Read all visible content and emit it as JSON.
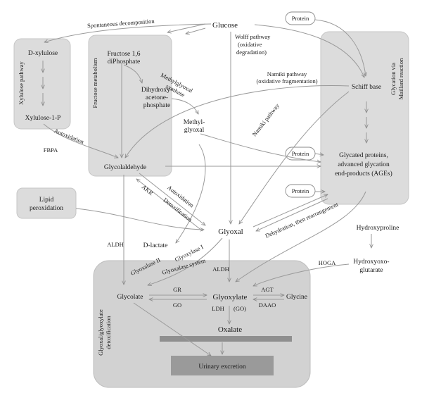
{
  "nodes": {
    "glucose": "Glucose",
    "protein_top": "Protein",
    "protein_mid": "Protein",
    "protein_lower": "Protein",
    "d_xylulose": "D-xylulose",
    "xylulose_1p": "Xylulose-1-P",
    "xylulose_pathway": "Xylulose pathway",
    "fructose_metabolism": "Fructose metabolism",
    "fructose_16_line1": "Fructose 1,6",
    "fructose_16_line2": "diPhosphate",
    "dhap_line1": "Dihydroxy-",
    "dhap_line2": "acetone-",
    "dhap_line3": "phosphate",
    "methylglyoxal_line1": "Methyl-",
    "methylglyoxal_line2": "glyoxal",
    "glycolaldehyde": "Glycolaldehyde",
    "schiff_base": "Schiff base",
    "glycation_line1": "Glycation via",
    "glycation_line2": "Maillard reaction",
    "ages_line1": "Glycated proteins,",
    "ages_line2": "advanced glycation",
    "ages_line3": "end-products (AGEs)",
    "lipid_line1": "Lipid",
    "lipid_line2": "peroxidation",
    "glyoxal": "Glyoxal",
    "d_lactate": "D-lactate",
    "hydroxyproline": "Hydroxyproline",
    "hydroxyoxo_line1": "Hydroxyoxo-",
    "hydroxyoxo_line2": "glutarate",
    "glycolate": "Glycolate",
    "glyoxylate": "Glyoxylate",
    "glycine": "Glycine",
    "oxalate": "Oxalate",
    "urinary_excretion": "Urinary excretion",
    "detox_line1": "Glyoxal/glyoxylate",
    "detox_line2": "detoxification"
  },
  "labels": {
    "spontaneous": "Spontaneous decomposition",
    "wolff_line1": "Wolff pathway",
    "wolff_line2": "(oxidative",
    "wolff_line3": "degradation)",
    "mgs_line1": "Methylglyoxal",
    "mgs_line2": "synthase",
    "namiki_top_line1": "Namiki pathway",
    "namiki_top_line2": "(oxidative fragmentation)",
    "namiki_diag": "Namiki pathway",
    "autoxidation_left": "Autoxidation",
    "fbpa": "FBPA",
    "autoxidation_mid": "Autoxidation",
    "akr": "AKR",
    "detoxification": "Detoxification",
    "dehydration": "Dehydration, then rearrangement",
    "aldh_left": "ALDH",
    "aldh_mid": "ALDH",
    "glyoxalase_i": "Glyoxylase I",
    "glyoxalase_ii": "Glyoxalase II",
    "glyoxalase_system": "Glyoxalase system",
    "hoga": "HOGA",
    "gr": "GR",
    "go": "GO",
    "agt": "AGT",
    "daao": "DAAO",
    "ldh_go": "LDH",
    "go_paren": "(GO)"
  }
}
